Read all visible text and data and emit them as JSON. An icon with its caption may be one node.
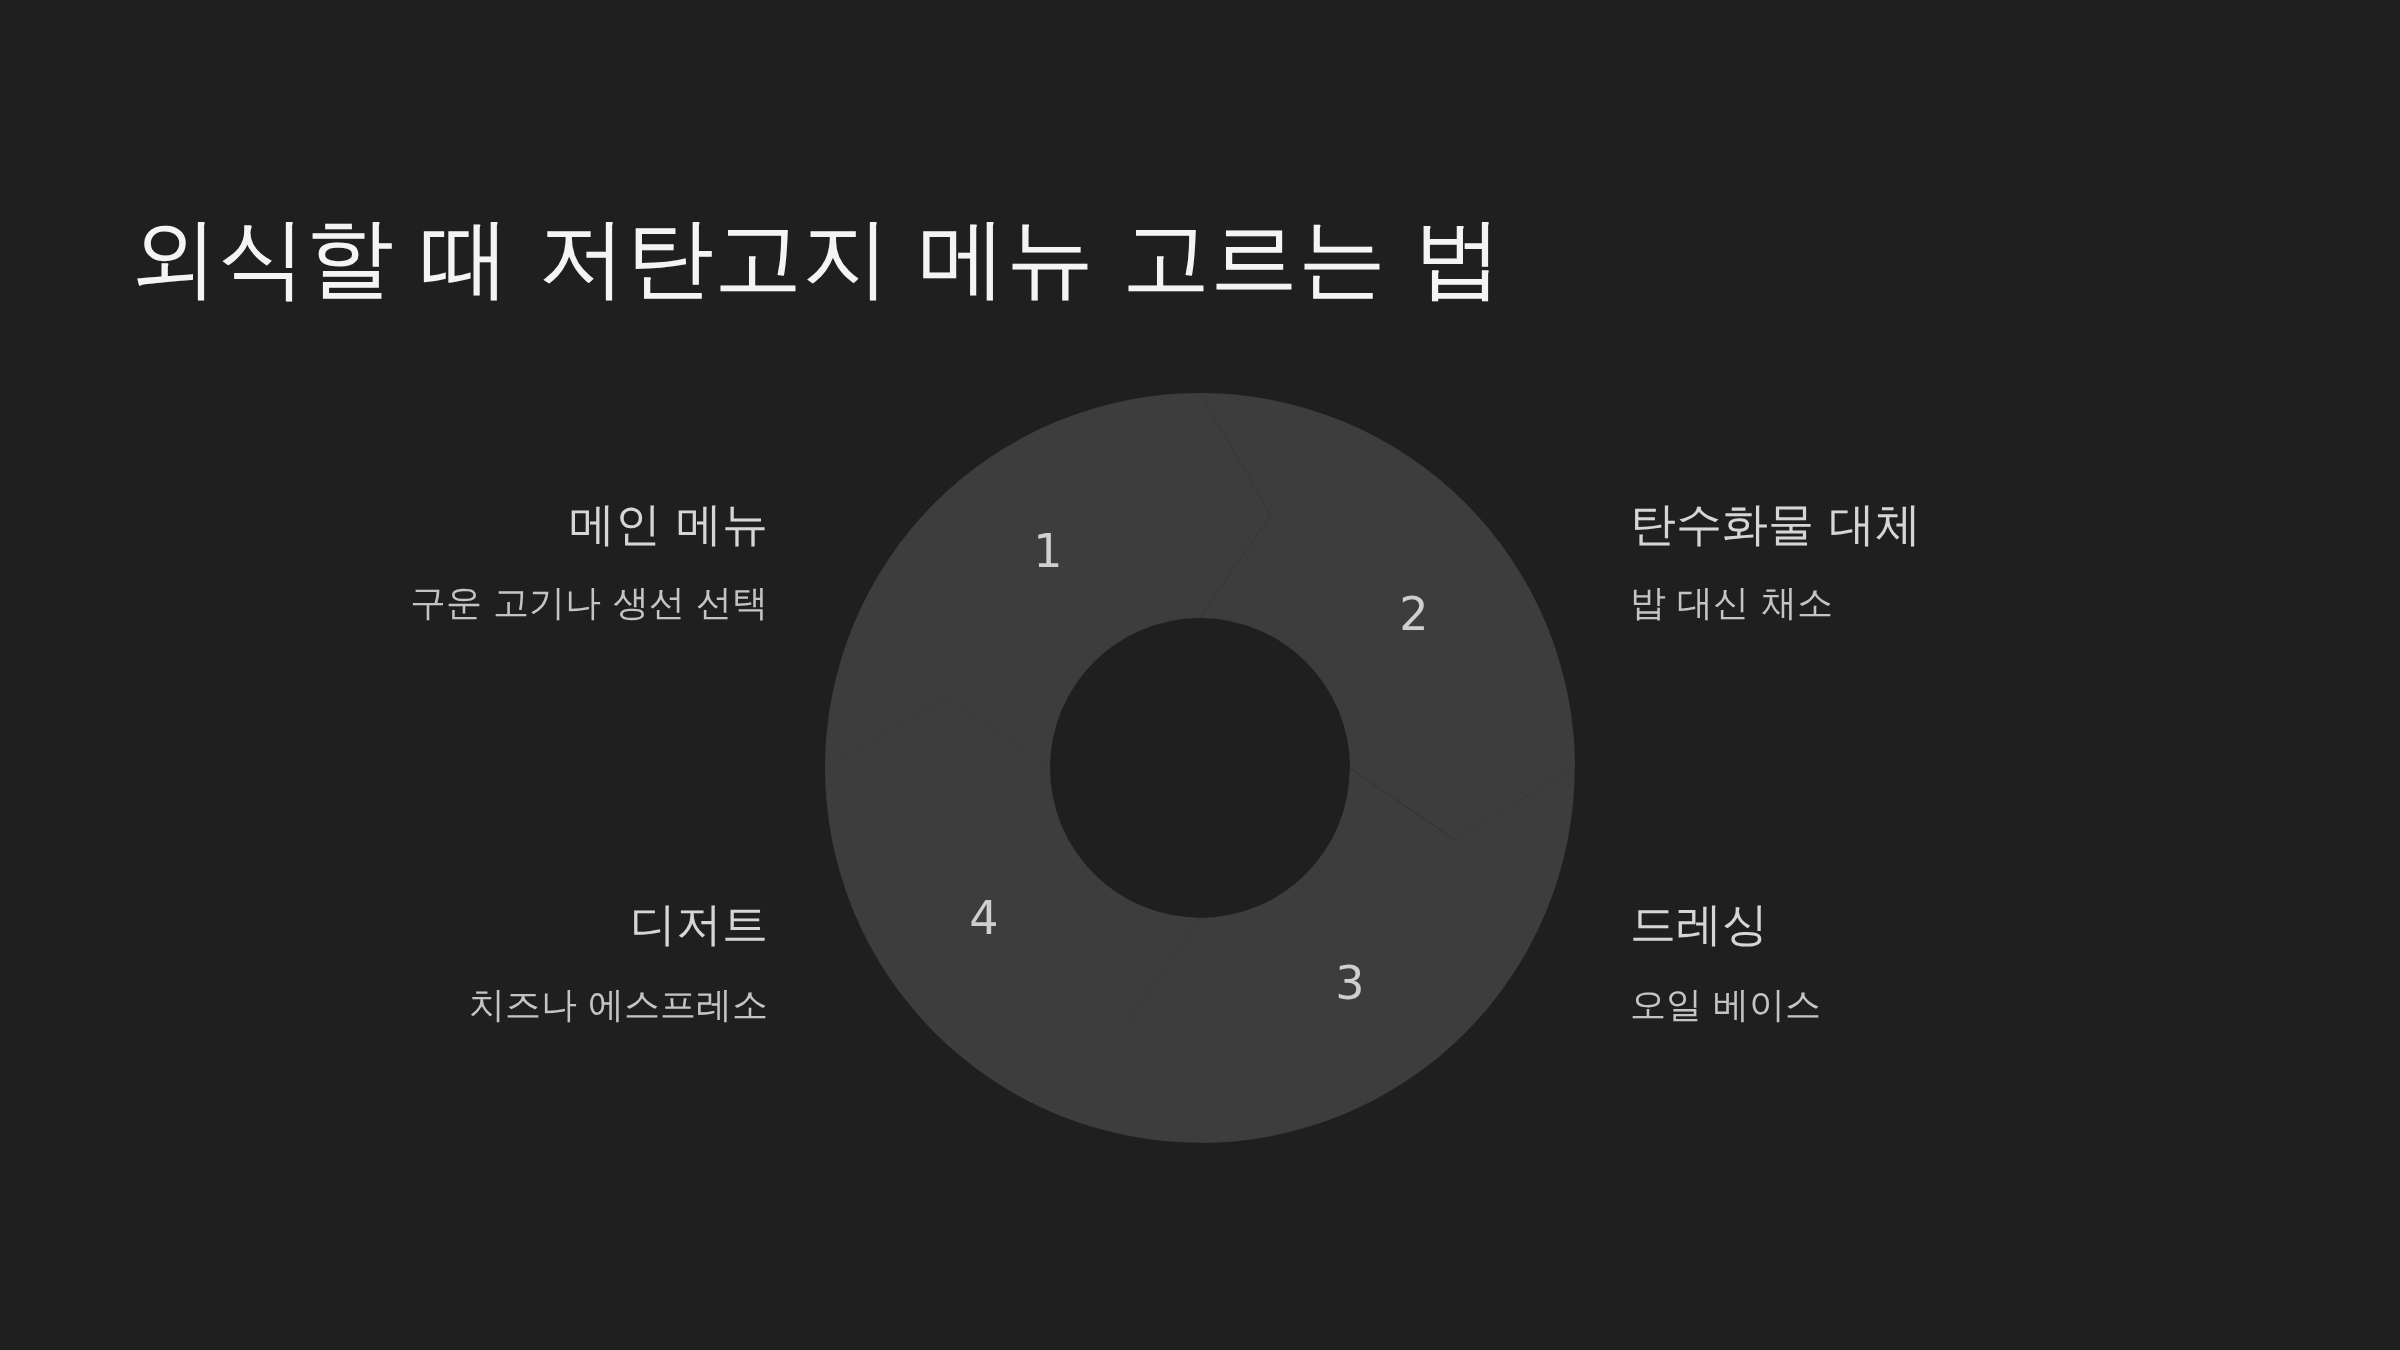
{
  "diagram": {
    "title": "외식할 때 저탄고지 메뉴 고르는 법",
    "nodes": [
      {
        "text": [
          "1"
        ],
        "beside": [
          "메인 메뉴",
          "구운 고기나 생선 선택"
        ]
      },
      {
        "text": [
          "2"
        ],
        "beside": [
          "탄수화물 대체",
          "밥 대신 채소"
        ]
      },
      {
        "text": [
          "3"
        ],
        "beside": [
          "드레싱",
          "오일 베이스"
        ]
      },
      {
        "text": [
          "4"
        ],
        "beside": [
          "디저트",
          "치즈나 에스프레소"
        ]
      }
    ],
    "edges": []
  }
}
